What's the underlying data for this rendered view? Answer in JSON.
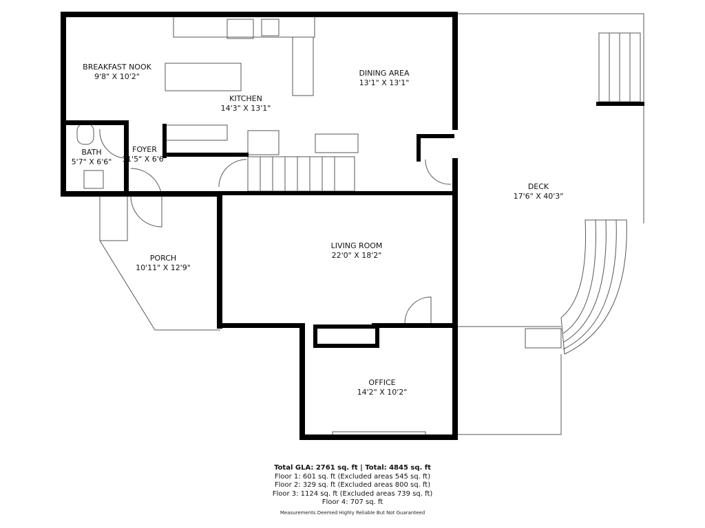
{
  "rooms": [
    {
      "name": "BREAKFAST NOOK",
      "size": "9'8\" X 10'2\""
    },
    {
      "name": "KITCHEN",
      "size": "14'3\" X 13'1\""
    },
    {
      "name": "DINING AREA",
      "size": "13'1\" X 13'1\""
    },
    {
      "name": "BATH",
      "size": "5'7\" X 6'6\""
    },
    {
      "name": "FOYER",
      "size": "11'5\" X 6'6\""
    },
    {
      "name": "DECK",
      "size": "17'6\" X 40'3\""
    },
    {
      "name": "PORCH",
      "size": "10'11\" X 12'9\""
    },
    {
      "name": "LIVING ROOM",
      "size": "22'0\" X 18'2\""
    },
    {
      "name": "OFFICE",
      "size": "14'2\" X 10'2\""
    }
  ],
  "summary": {
    "total": "Total GLA: 2761 sq. ft | Total: 4845 sq. ft",
    "floors": [
      "Floor 1: 601 sq. ft (Excluded areas 545 sq. ft)",
      "Floor 2: 329 sq. ft (Excluded areas 800 sq. ft)",
      "Floor 3: 1124 sq. ft (Excluded areas 739 sq. ft)",
      "Floor 4: 707 sq. ft"
    ],
    "disclaimer": "Measurements Deemed Highly Reliable But Not Guaranteed"
  },
  "colors": {
    "wall": "#000000",
    "line": "#555555"
  }
}
